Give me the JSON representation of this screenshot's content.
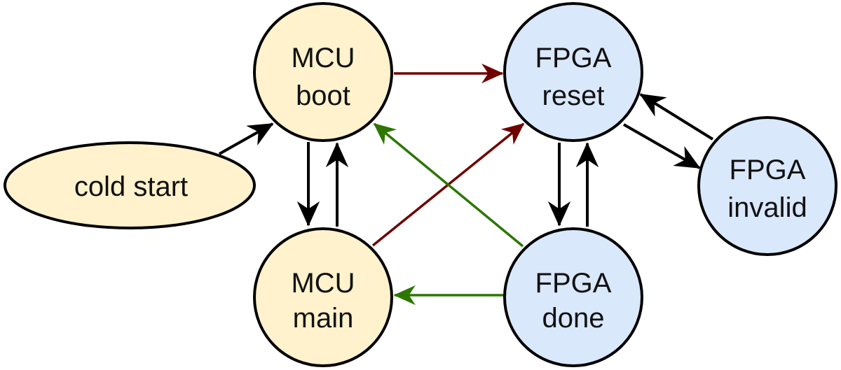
{
  "colors": {
    "mcu_fill": "#fff2cc",
    "fpga_fill": "#dae8fc",
    "stroke": "#000000",
    "red_edge": "#6f0000",
    "green_edge": "#2d7600",
    "black_edge": "#000000"
  },
  "nodes": {
    "cold_start": {
      "label": "cold start"
    },
    "mcu_boot": {
      "line1": "MCU",
      "line2": "boot"
    },
    "mcu_main": {
      "line1": "MCU",
      "line2": "main"
    },
    "fpga_reset": {
      "line1": "FPGA",
      "line2": "reset"
    },
    "fpga_done": {
      "line1": "FPGA",
      "line2": "done"
    },
    "fpga_invalid": {
      "line1": "FPGA",
      "line2": "invalid"
    }
  },
  "edges": [
    {
      "from": "cold_start",
      "to": "mcu_boot",
      "color": "black"
    },
    {
      "from": "mcu_boot",
      "to": "mcu_main",
      "color": "black"
    },
    {
      "from": "mcu_main",
      "to": "mcu_boot",
      "color": "black"
    },
    {
      "from": "mcu_boot",
      "to": "fpga_reset",
      "color": "red"
    },
    {
      "from": "mcu_main",
      "to": "fpga_reset",
      "color": "red"
    },
    {
      "from": "fpga_done",
      "to": "mcu_boot",
      "color": "green"
    },
    {
      "from": "fpga_done",
      "to": "mcu_main",
      "color": "green"
    },
    {
      "from": "fpga_reset",
      "to": "fpga_done",
      "color": "black"
    },
    {
      "from": "fpga_done",
      "to": "fpga_reset",
      "color": "black"
    },
    {
      "from": "fpga_reset",
      "to": "fpga_invalid",
      "color": "black"
    },
    {
      "from": "fpga_invalid",
      "to": "fpga_reset",
      "color": "black"
    }
  ]
}
